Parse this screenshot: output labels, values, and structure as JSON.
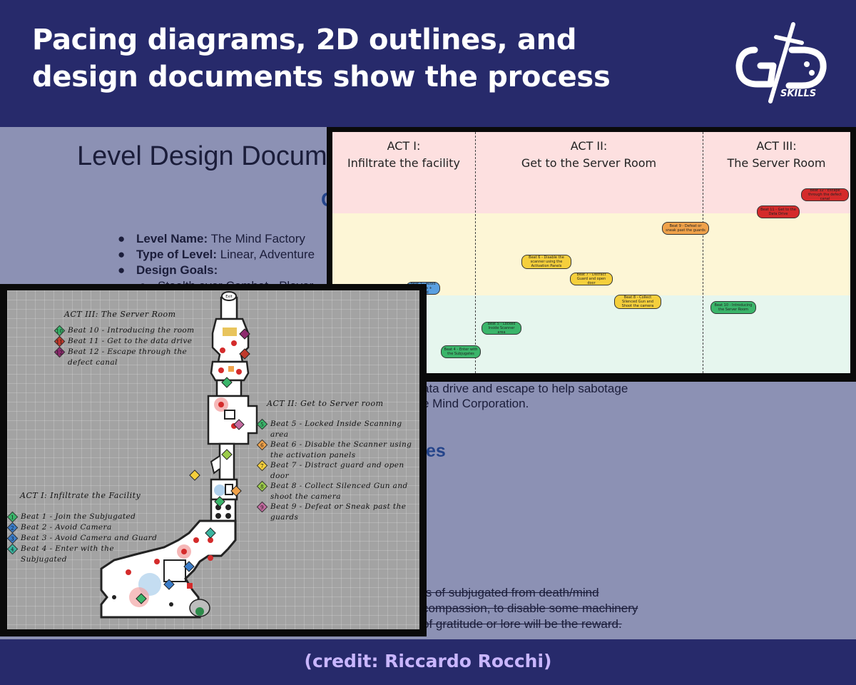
{
  "header": {
    "title_line1": "Pacing diagrams, 2D outlines, and",
    "title_line2": "design documents show the process",
    "logo_text": "SKILLS"
  },
  "document": {
    "title": "Level Design Docum",
    "heading_partial": "G",
    "level_name_label": "Level Name:",
    "level_name_value": "The Mind Factory",
    "type_label": "Type of Level:",
    "type_value": "Linear, Adventure",
    "goals_label": "Design Goals:",
    "goal_sub": "Stealth over Combat - Player",
    "para_line1": "ata drive and escape to help sabotage",
    "para_line2": "e Mind Corporation.",
    "heading_es": "es",
    "strike_line1": "ts of subjugated from death/mind",
    "strike_line2": "compassion, to disable some machinery",
    "strike_line3": "of gratitude or lore will be the reward."
  },
  "pacing": {
    "acts": [
      {
        "title": "ACT I:",
        "subtitle": "Infiltrate the facility"
      },
      {
        "title": "ACT II:",
        "subtitle": "Get to the Server Room"
      },
      {
        "title": "ACT III:",
        "subtitle": "The Server Room"
      }
    ],
    "beats": [
      {
        "label": "Beat 1 - Join the Subjugated",
        "color": "#3ab56a"
      },
      {
        "label": "Beat 2 - Avoid Camera",
        "color": "#5a9fe0"
      },
      {
        "label": "Beat 3 - Avoid Camera + Guard",
        "color": "#5a9fe0"
      },
      {
        "label": "Beat 4 - Enter with the Subjugates",
        "color": "#3ab56a"
      },
      {
        "label": "Beat 5 - Locked Inside Scanner area",
        "color": "#3ab56a"
      },
      {
        "label": "Beat 6 - Disable the scanner using the Activation Panels",
        "color": "#f5cf3c"
      },
      {
        "label": "Beat 7 - Distract Guard and open door",
        "color": "#f5cf3c"
      },
      {
        "label": "Beat 8 - Collect Silenced Gun and Shoot the camera",
        "color": "#f5cf3c"
      },
      {
        "label": "Beat 9 - Defeat or sneak past the guards",
        "color": "#f0a24a"
      },
      {
        "label": "Beat 10 - Introducing the Server Room",
        "color": "#3ab56a"
      },
      {
        "label": "Beat 11 - Get to the Data Drive",
        "color": "#d42b2b"
      },
      {
        "label": "Beat 12 - Escape through the defect canal",
        "color": "#d42b2b"
      }
    ]
  },
  "map": {
    "exit_label": "Exit",
    "act3_heading": "ACT III: The Server Room",
    "act2_heading": "ACT II: Get to Server room",
    "act1_heading": "ACT I: Infiltrate the Facility",
    "act3_beats": [
      {
        "num": "10",
        "text": "Beat 10 - Introducing the room",
        "color": "#3ab56a"
      },
      {
        "num": "11",
        "text": "Beat 11 - Get to the data drive",
        "color": "#c0392b"
      },
      {
        "num": "12",
        "text": "Beat 12 - Escape through the defect canal",
        "color": "#8e2a6e"
      }
    ],
    "act2_beats": [
      {
        "num": "5",
        "text": "Beat 5 - Locked Inside Scanning area",
        "color": "#3ab56a"
      },
      {
        "num": "6",
        "text": "Beat 6 - Disable the Scanner using the activation panels",
        "color": "#f0a24a"
      },
      {
        "num": "7",
        "text": "Beat 7 - Distract guard and open door",
        "color": "#f5cf3c"
      },
      {
        "num": "8",
        "text": "Beat 8 - Collect Silenced Gun and shoot the camera",
        "color": "#9ccc4a"
      },
      {
        "num": "9",
        "text": "Beat 9 - Defeat or Sneak past the guards",
        "color": "#c46aa0"
      }
    ],
    "act1_beats": [
      {
        "num": "1",
        "text": "Beat 1 - Join the Subjugated",
        "color": "#3ab56a"
      },
      {
        "num": "2",
        "text": "Beat 2 - Avoid Camera",
        "color": "#3a7cc9"
      },
      {
        "num": "3",
        "text": "Beat 3 - Avoid Camera and Guard",
        "color": "#3a7cc9"
      },
      {
        "num": "4",
        "text": "Beat 4 - Enter with the Subjugated",
        "color": "#3ab5a0"
      }
    ]
  },
  "footer": {
    "credit": "(credit: Riccardo Rocchi)"
  }
}
